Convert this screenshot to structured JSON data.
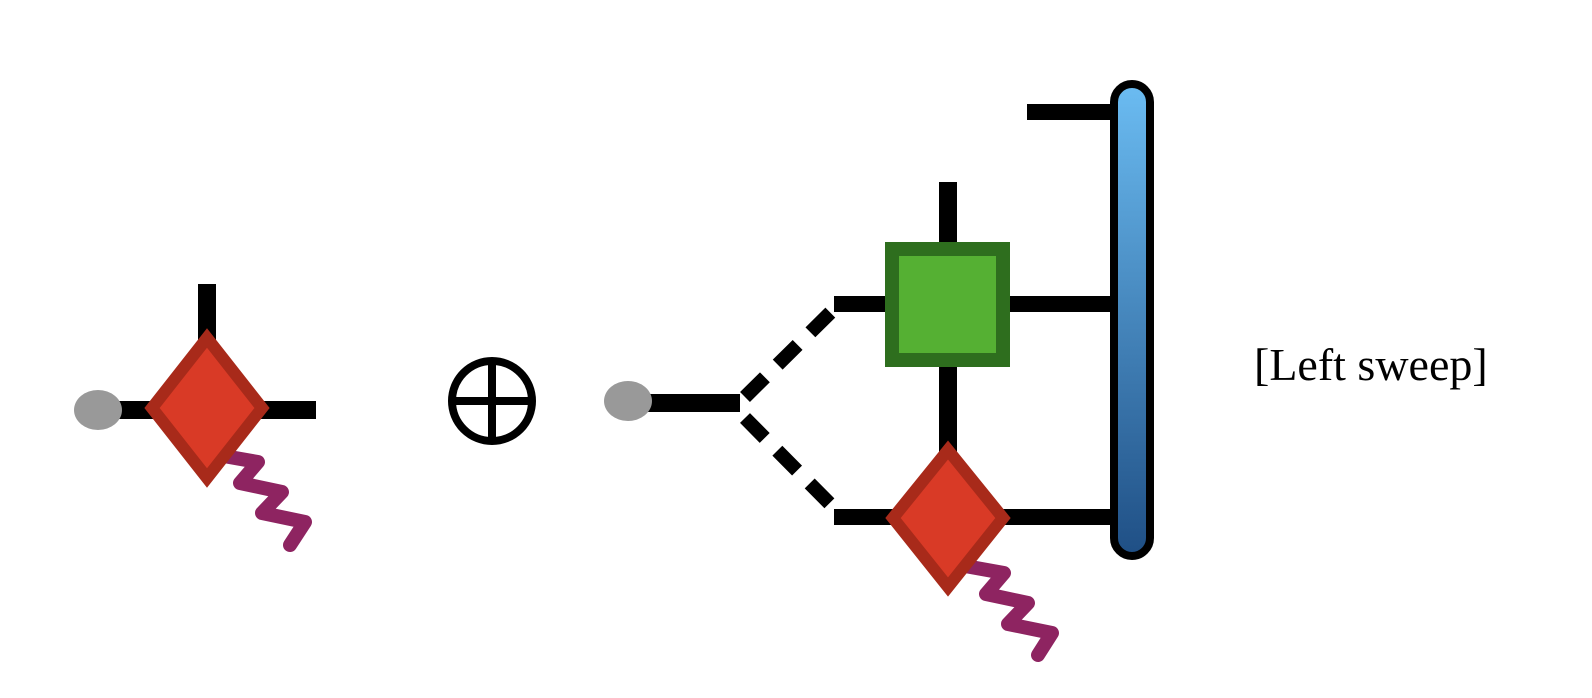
{
  "diagram": {
    "label": "[Left sweep]",
    "operator_symbol": "direct-sum-icon",
    "colors": {
      "leg": "#000000",
      "boundary_node": "#999999",
      "diamond_fill": "#d93a26",
      "diamond_stroke": "#a82a1a",
      "square_fill": "#55b033",
      "square_stroke": "#2e6e1e",
      "wavy_leg": "#8e2461",
      "environment_top": "#6bbcf2",
      "environment_bottom": "#1f4f85",
      "environment_stroke": "#000000"
    },
    "elements": {
      "left_term": [
        "boundary-node",
        "diamond-tensor",
        "wavy-physical-leg"
      ],
      "right_term": [
        "boundary-node",
        "dashed-split",
        "square-tensor",
        "diamond-tensor",
        "wavy-physical-leg",
        "environment-block"
      ]
    }
  }
}
